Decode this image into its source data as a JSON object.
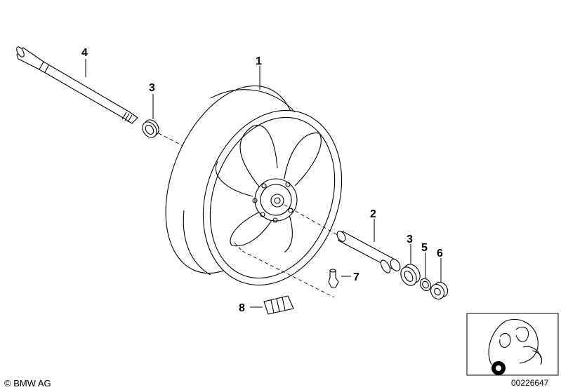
{
  "parts": [
    {
      "number": "1",
      "name": "wheel"
    },
    {
      "number": "2",
      "name": "spacer-sleeve"
    },
    {
      "number": "3",
      "name": "bearing"
    },
    {
      "number": "4",
      "name": "axle"
    },
    {
      "number": "5",
      "name": "ring"
    },
    {
      "number": "6",
      "name": "bushing"
    },
    {
      "number": "7",
      "name": "valve"
    },
    {
      "number": "8",
      "name": "balance-weight"
    }
  ],
  "labels": {
    "l1": "1",
    "l2": "2",
    "l3a": "3",
    "l3b": "3",
    "l4": "4",
    "l5": "5",
    "l6": "6",
    "l7": "7",
    "l8": "8"
  },
  "footer": {
    "copyright": "© BMW AG",
    "diagram_id": "00226647"
  }
}
